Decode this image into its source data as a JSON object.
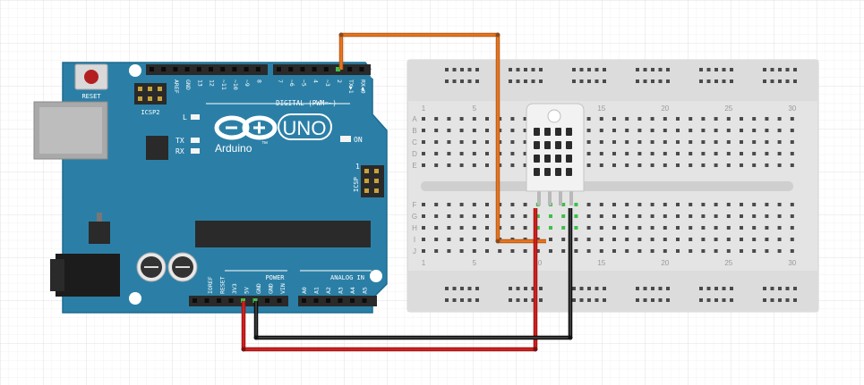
{
  "colors": {
    "board": "#2b7fa6",
    "board_dark": "#1f6a8d",
    "breadboard": "#e4e4e4",
    "wire_signal": "#e8741e",
    "wire_power": "#d11f1f",
    "wire_ground": "#1a1a1a",
    "sensor": "#f2f2f2"
  },
  "arduino": {
    "reset_label": "RESET",
    "icsp2_label": "ICSP2",
    "icsp_label": "ICSP",
    "logo_text": "Arduino",
    "tm": "™",
    "model": "UNO",
    "on_label": "ON",
    "led_l": "L",
    "led_tx": "TX",
    "led_rx": "RX",
    "digital_label": "DIGITAL (PWM=~)",
    "digital_pins": [
      "AREF",
      "GND",
      "13",
      "12",
      "~11",
      "~10",
      "~9",
      "8",
      "7",
      "~6",
      "~5",
      "4",
      "~3",
      "2",
      "TX▶1",
      "RX◀0"
    ],
    "power_label": "POWER",
    "analog_label": "ANALOG IN",
    "power_pins": [
      "IOREF",
      "RESET",
      "3V3",
      "5V",
      "GND",
      "GND",
      "VIN"
    ],
    "analog_pins": [
      "A0",
      "A1",
      "A2",
      "A3",
      "A4",
      "A5"
    ],
    "icsp_num": "1"
  },
  "breadboard": {
    "rows_top": [
      "A",
      "B",
      "C",
      "D",
      "E"
    ],
    "rows_bottom": [
      "F",
      "G",
      "H",
      "I",
      "J"
    ],
    "column_numbers": [
      "1",
      "5",
      "10",
      "15",
      "20",
      "25",
      "30"
    ]
  },
  "sensor": {
    "icon": "dht-sensor-icon"
  }
}
